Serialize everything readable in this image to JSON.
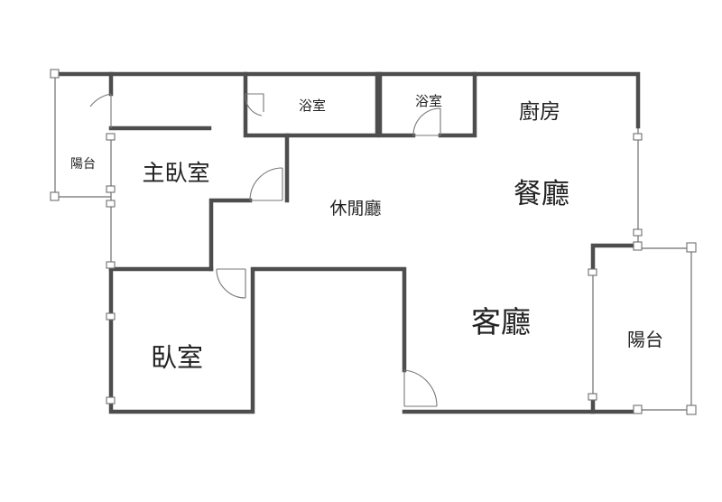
{
  "rooms": {
    "master_bedroom": "主臥室",
    "bath_1": "浴室",
    "bath_2": "浴室",
    "kitchen": "廚房",
    "dining": "餐廳",
    "lounge": "休閒廳",
    "living": "客廳",
    "bedroom": "臥室",
    "balcony_left": "陽台",
    "balcony_right": "陽台"
  }
}
